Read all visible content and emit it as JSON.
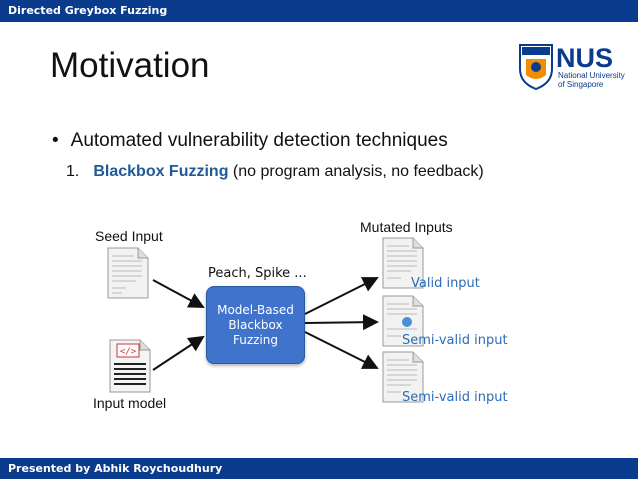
{
  "header": {
    "title": "Directed Greybox Fuzzing"
  },
  "footer": {
    "presenter": "Presented by Abhik  Roychoudhury"
  },
  "logo": {
    "text": "NUS",
    "subtitle_line1": "National University",
    "subtitle_line2": "of Singapore",
    "color": "#0b3b8c",
    "accent": "#f28c00"
  },
  "slide": {
    "title": "Motivation",
    "bullet": "Automated vulnerability detection techniques",
    "bullet_marker": "•",
    "item_number": "1.",
    "item_emphasis": "Blackbox Fuzzing",
    "item_rest": " (no program analysis, no feedback)"
  },
  "diagram": {
    "seed_label": "Seed Input",
    "model_label": "Input model",
    "tools_label": "Peach, Spike ...",
    "box_lines": [
      "Model-Based",
      "Blackbox",
      "Fuzzing"
    ],
    "mutated_label": "Mutated Inputs",
    "outputs": [
      "Valid input",
      "Semi-valid input",
      "Semi-valid input"
    ],
    "code_icon": "</>",
    "colors": {
      "box": "#3f73cc",
      "output_text": "#2a6db5",
      "emphasis": "#1f5a96"
    }
  }
}
